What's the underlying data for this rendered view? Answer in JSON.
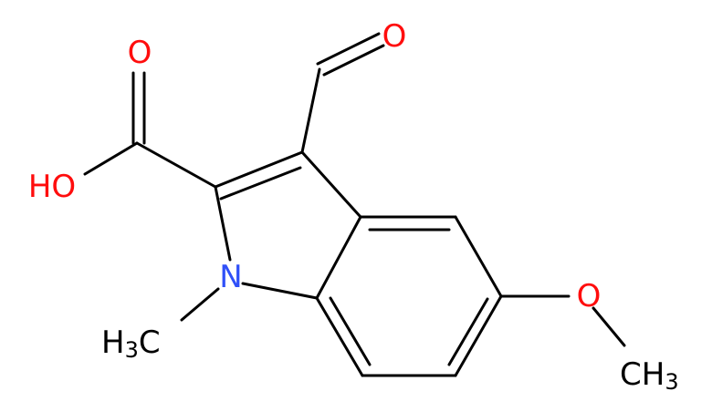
{
  "molecule": {
    "atoms": {
      "carbonyl_o": {
        "text": "O",
        "color": "#ff0d0d"
      },
      "acid_o": {
        "text": "O",
        "color": "#ff0d0d"
      },
      "hydroxyl": {
        "text": "HO",
        "color": "#ff0d0d"
      },
      "nitrogen": {
        "text": "N",
        "color": "#3050f8"
      },
      "methoxy_o": {
        "text": "O",
        "color": "#ff0d0d"
      },
      "n_methyl": {
        "main": "H",
        "sub": "3",
        "tail": "C",
        "color": "#000000"
      },
      "o_methyl": {
        "main": "CH",
        "sub": "3",
        "color": "#000000"
      }
    },
    "colors": {
      "bond": "#000000",
      "oxygen": "#ff0d0d",
      "nitrogen": "#3050f8",
      "background": "#ffffff"
    }
  }
}
